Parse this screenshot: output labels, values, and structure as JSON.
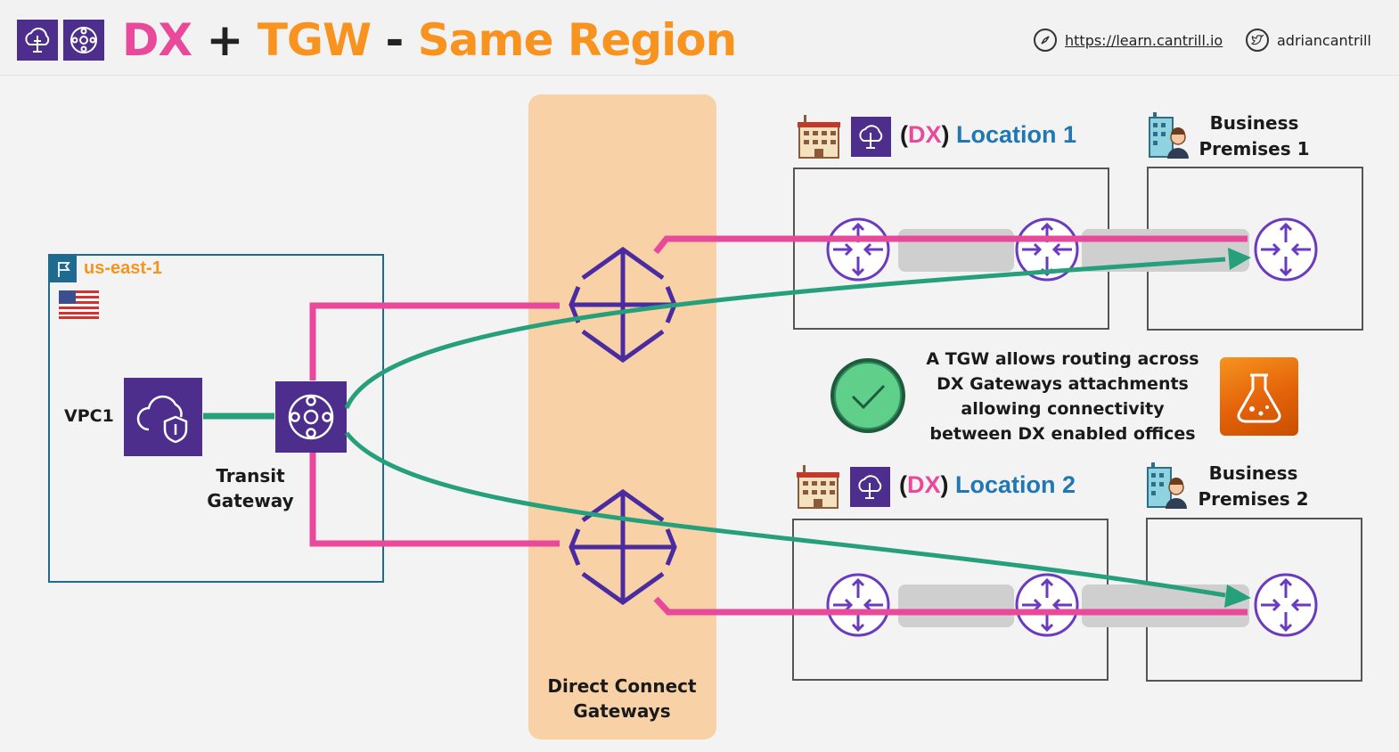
{
  "header": {
    "title_dx": "DX",
    "title_plus": "+",
    "title_tgw": "TGW",
    "title_dash": "-",
    "title_rest": "Same Region",
    "link_url": "https://learn.cantrill.io",
    "link_handle": "adriancantrill",
    "icons": [
      "direct-connect-icon",
      "transit-gateway-icon",
      "compass-icon",
      "twitter-icon"
    ]
  },
  "region": {
    "name": "us-east-1",
    "icons": [
      "region-flag-icon",
      "us-flag-icon"
    ]
  },
  "vpc": {
    "label": "VPC1",
    "icon": "vpc-cloud-shield-icon"
  },
  "tgw": {
    "label": "Transit Gateway",
    "icon": "transit-gateway-icon"
  },
  "dx_gateways": {
    "label": "Direct Connect Gateways",
    "icon": "dx-gateway-icon"
  },
  "locations": [
    {
      "paren_open": "(",
      "dx": "DX",
      "paren_close": ")",
      "name": "Location 1",
      "icons": [
        "building-icon",
        "direct-connect-icon"
      ]
    },
    {
      "paren_open": "(",
      "dx": "DX",
      "paren_close": ")",
      "name": "Location 2",
      "icons": [
        "building-icon",
        "direct-connect-icon"
      ]
    }
  ],
  "premises": [
    {
      "label": "Business Premises 1",
      "icon": "office-person-icon"
    },
    {
      "label": "Business Premises 2",
      "icon": "office-person-icon"
    }
  ],
  "callout": {
    "text": "A TGW allows routing across DX Gateways attachments allowing connectivity between DX enabled offices",
    "icons": [
      "check-circle-icon",
      "flask-icon"
    ]
  },
  "colors": {
    "dx_pink": "#e8499a",
    "tgw_orange": "#f7931e",
    "aws_purple": "#4d2e8c",
    "router_purple": "#6a3bbf",
    "region_blue": "#1f6b8f",
    "location_blue": "#1f77b4",
    "connection_green": "#26a07a",
    "dx_band": "#f8d1a6"
  }
}
